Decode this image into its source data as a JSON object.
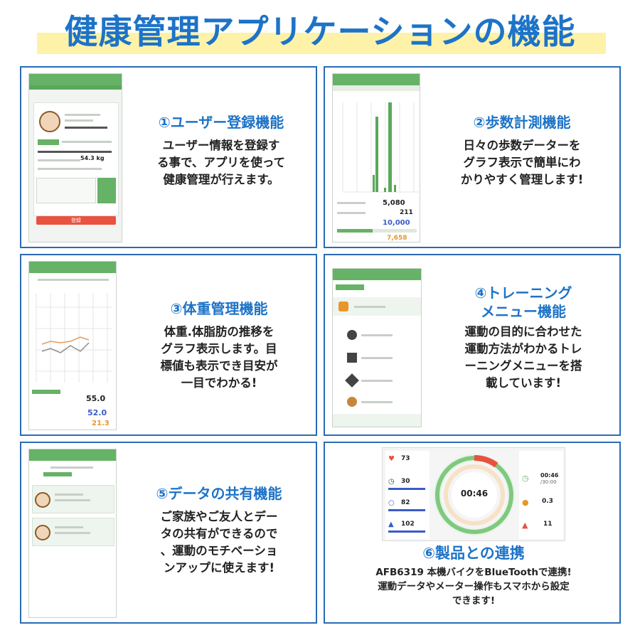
{
  "header": {
    "title": "健康管理アプリケーションの機能"
  },
  "features": [
    {
      "title": "①ユーザー登録機能",
      "lines": [
        "ユーザー情報を登録す",
        "る事で、アプリを使って",
        "健康管理が行えます。"
      ]
    },
    {
      "title": "②歩数計測機能",
      "lines": [
        "日々の歩数データーを",
        "グラフ表示で簡単にわ",
        "かりやすく管理します!"
      ]
    },
    {
      "title": "③体重管理機能",
      "lines": [
        "体重.体脂肪の推移を",
        "グラフ表示します。目",
        "標値も表示でき目安が",
        "一目でわかる!"
      ]
    },
    {
      "title_lines": [
        "④トレーニング",
        "メニュー機能"
      ],
      "lines": [
        "運動の目的に合わせた",
        "運動方法がわかるトレ",
        "ーニングメニューを搭",
        "載しています!"
      ]
    },
    {
      "title": "⑤データの共有機能",
      "lines": [
        "ご家族やご友人とデー",
        "タの共有ができるので",
        "、運動のモチベーショ",
        "ンアップに使えます!"
      ]
    },
    {
      "title": "⑥製品との連携",
      "lines": [
        "AFB6319 本機バイクをBlueToothで連携!",
        "運動データやメーター操作もスマホから設定",
        "できます!"
      ]
    }
  ],
  "screens": {
    "register": {
      "save_label": "登録",
      "weight": "54.3 kg"
    },
    "steps": {
      "total": "5,080",
      "sub": "211",
      "goal": "10,000",
      "remain": "7,658"
    },
    "weight": {
      "current": "55.0",
      "target": "52.0",
      "fat": "21.3"
    },
    "meter": {
      "heart": "73",
      "time": "30",
      "rpm": "82",
      "kcal": "102",
      "timer": "00:46",
      "elapsed": "00:46",
      "total_time": "/30:00",
      "dist": "0.3",
      "cal": "11"
    }
  },
  "colors": {
    "title": "#1d73c7",
    "border": "#2a6bb5",
    "highlight": "#fdf2a8",
    "app_green": "#66b266"
  }
}
